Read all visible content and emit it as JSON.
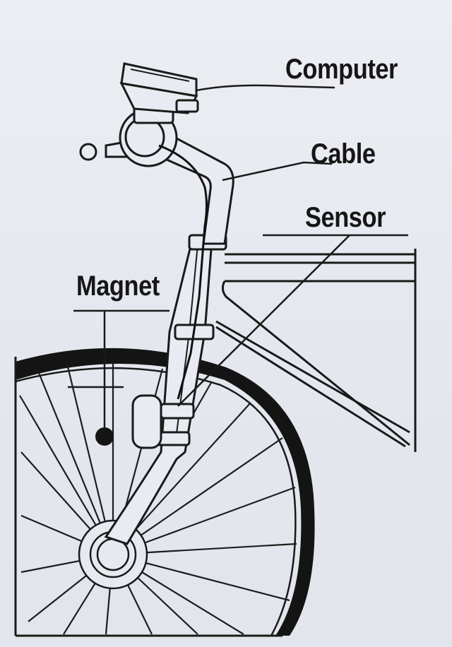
{
  "labels": {
    "computer": "Computer",
    "cable": "Cable",
    "sensor": "Sensor",
    "magnet": "Magnet"
  },
  "colors": {
    "background": "#e7eaf0",
    "ink": "#161616"
  }
}
